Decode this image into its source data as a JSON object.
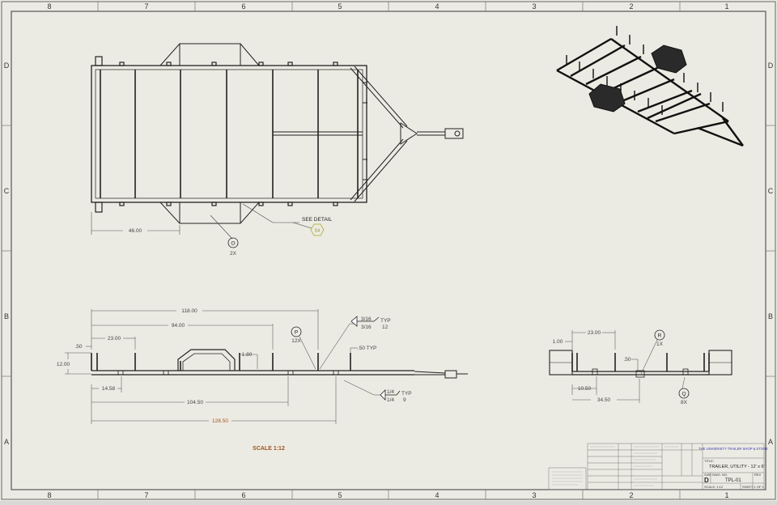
{
  "zones": {
    "columns": [
      "8",
      "7",
      "6",
      "5",
      "4",
      "3",
      "2",
      "1"
    ],
    "rows": [
      "D",
      "C",
      "B",
      "A"
    ]
  },
  "top_view": {
    "dim_46": "46.00",
    "see_detail": "SEE DETAIL",
    "detail_tag": "D4",
    "balloon_o": "O",
    "balloon_o_qty": "2X"
  },
  "side_view": {
    "dim_118": "118.00",
    "dim_94": "94.00",
    "dim_23": "23.00",
    "dim_50": ".50",
    "dim_12": "12.00",
    "dim_180": "1.80",
    "dim_1458": "14.58",
    "dim_10450": "104.50",
    "dim_12850": "128.50",
    "typ_50": ".50 TYP",
    "weld_top_1": "3/16",
    "weld_top_2": "3/16",
    "weld_top_typ": "TYP",
    "weld_top_qty": "12",
    "weld_bot_1": "1/4",
    "weld_bot_2": "1/4",
    "weld_bot_typ": "TYP",
    "weld_bot_qty": "9",
    "balloon_p": "P",
    "balloon_p_qty": "12X"
  },
  "end_view": {
    "dim_23": "23.00",
    "dim_100": "1.00",
    "dim_50": ".50",
    "dim_1050": "10.50",
    "dim_3450": "34.50",
    "balloon_r": "R",
    "balloon_r_qty": "1X",
    "balloon_q": "Q",
    "balloon_q_qty": "8X"
  },
  "scale_note": "SCALE 1:12",
  "title_block": {
    "company": "THE UNIVERSITY TRAILER SHOP & STORE",
    "title_label": "TITLE:",
    "title": "TRAILER, UTILITY - 12' x 6'",
    "size_label": "SIZE",
    "size": "D",
    "dwg_label": "DWG. NO.",
    "dwg_no": "TPL-01",
    "rev_label": "REV",
    "scale_label": "SCALE: 1:12",
    "sheet_label": "SHEET 1 OF 1"
  }
}
